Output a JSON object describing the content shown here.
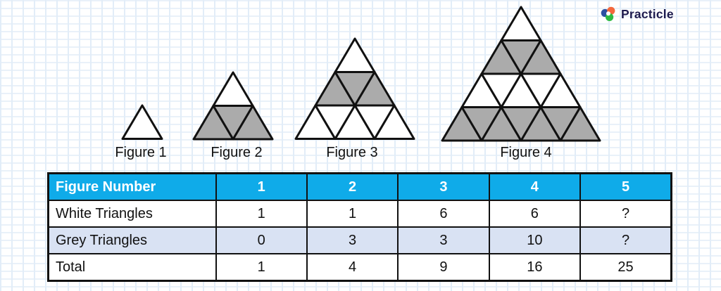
{
  "logo": {
    "text": "Practicle",
    "colors": {
      "blue": "#2d4fa1",
      "orange": "#f4683c",
      "green": "#2eba43",
      "text": "#1d1a4d"
    }
  },
  "colors": {
    "white_triangle": "#ffffff",
    "grey_triangle": "#ababab",
    "outline": "#111111",
    "header_bg": "#0fabe9",
    "shaded_row_bg": "#d9e2f3"
  },
  "figures": [
    {
      "label": "Figure 1",
      "rows": 1,
      "grey_rows": []
    },
    {
      "label": "Figure 2",
      "rows": 2,
      "grey_rows": [
        2
      ]
    },
    {
      "label": "Figure 3",
      "rows": 3,
      "grey_rows": [
        2
      ]
    },
    {
      "label": "Figure 4",
      "rows": 4,
      "grey_rows": [
        2,
        4
      ]
    }
  ],
  "table": {
    "header": {
      "label": "Figure Number",
      "columns": [
        "1",
        "2",
        "3",
        "4",
        "5"
      ]
    },
    "rows": [
      {
        "label": "White Triangles",
        "values": [
          "1",
          "1",
          "6",
          "6",
          "?"
        ]
      },
      {
        "label": "Grey Triangles",
        "values": [
          "0",
          "3",
          "3",
          "10",
          "?"
        ]
      },
      {
        "label": "Total",
        "values": [
          "1",
          "4",
          "9",
          "16",
          "25"
        ]
      }
    ]
  }
}
